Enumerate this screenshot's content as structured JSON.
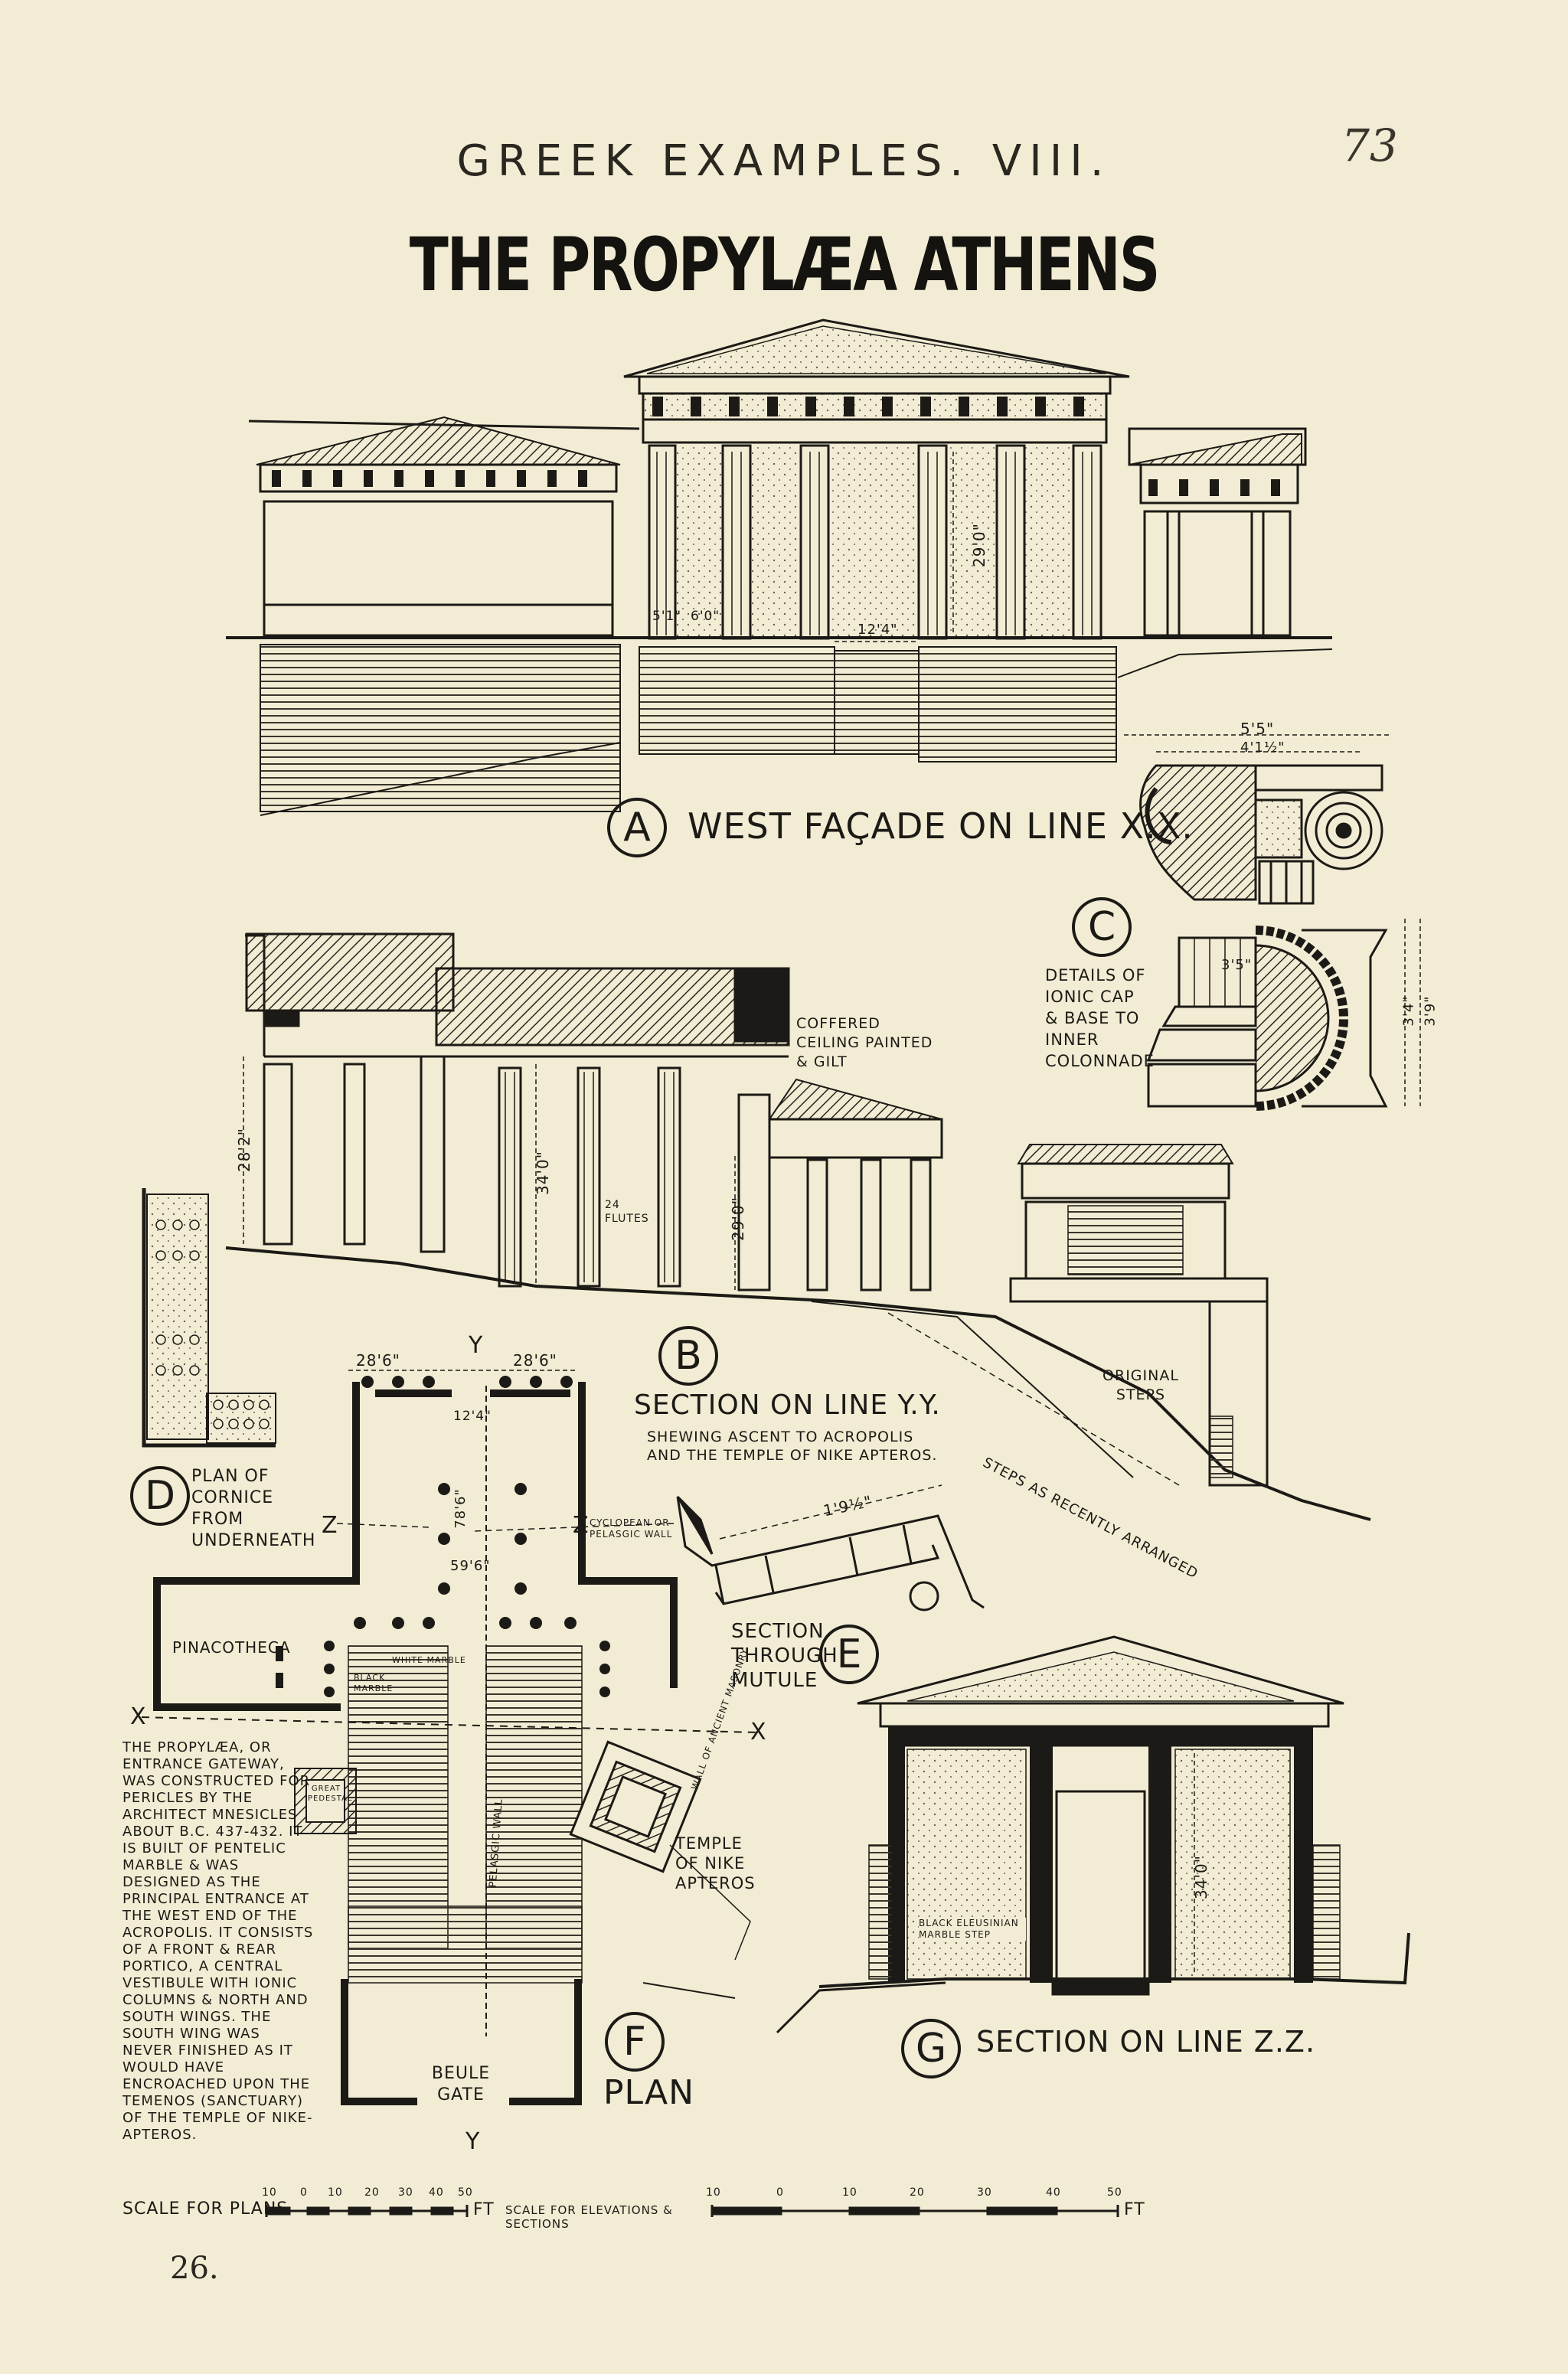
{
  "page": {
    "header": "GREEK EXAMPLES. VIII.",
    "page_number": "73",
    "title": "THE PROPYLÆA ATHENS",
    "footer_number": "26."
  },
  "drawings": {
    "a": {
      "letter": "A",
      "caption": "WEST FAÇADE ON LINE X.X.",
      "dims": [
        "29'0\"",
        "12'4\"",
        "5'1\"",
        "6'0\""
      ]
    },
    "b": {
      "letter": "B",
      "caption": "SECTION ON LINE Y.Y.",
      "subcaption": "SHEWING ASCENT TO ACROPOLIS AND THE TEMPLE OF NIKE APTEROS.",
      "notes": [
        "COFFERED CEILING PAINTED & GILT",
        "ORIGINAL STEPS",
        "STEPS AS RECENTLY ARRANGED",
        "24 FLUTES"
      ],
      "dims": [
        "28'2\"",
        "34'0\"",
        "29'0\""
      ]
    },
    "c": {
      "letter": "C",
      "caption": "DETAILS OF IONIC CAP & BASE TO INNER COLONNADE",
      "dims": [
        "5'5\"",
        "4'1½\"",
        "3'5\"",
        "3'4\"",
        "3'9\""
      ]
    },
    "d": {
      "letter": "D",
      "caption": "PLAN OF CORNICE FROM UNDERNEATH"
    },
    "e": {
      "letter": "E",
      "caption": "SECTION THROUGH MUTULE",
      "dims": [
        "1'9½\""
      ]
    },
    "f": {
      "letter": "F",
      "caption": "PLAN",
      "labels": [
        "PINACOTHECA",
        "BEULE GATE",
        "TEMPLE OF NIKE APTEROS",
        "CYCLOPEAN OR PELASGIC WALL",
        "GREAT PEDESTAL",
        "WHITE MARBLE",
        "BLACK MARBLE",
        "PELASGIC WALL",
        "WALL OF ANCIENT MASONRY",
        "Z",
        "Y",
        "X"
      ],
      "dims": [
        "28'6\"",
        "28'6\"",
        "12'4\"",
        "78'6\"",
        "59'6\""
      ]
    },
    "g": {
      "letter": "G",
      "caption": "SECTION ON LINE Z.Z.",
      "notes": [
        "BLACK ELEUSINIAN MARBLE STEP"
      ],
      "dims": [
        "34'0\""
      ]
    }
  },
  "description": "THE PROPYLÆA, OR ENTRANCE GATEWAY, WAS CONSTRUCTED FOR PERICLES BY THE ARCHITECT MNESICLES ABOUT B.C. 437-432. IT IS BUILT OF PENTELIC MARBLE & WAS DESIGNED AS THE PRINCIPAL ENTRANCE AT THE WEST END OF THE ACROPOLIS. IT CONSISTS OF A FRONT & REAR PORTICO, A CENTRAL VESTIBULE WITH IONIC COLUMNS & NORTH AND SOUTH WINGS. THE SOUTH WING WAS NEVER FINISHED AS IT WOULD HAVE ENCROACHED UPON THE TEMENOS (SANCTUARY) OF THE TEMPLE OF NIKE-APTEROS.",
  "scales": {
    "plans_label": "SCALE FOR PLANS",
    "plans_ticks": [
      "10",
      "0",
      "10",
      "20",
      "30",
      "40",
      "50"
    ],
    "plans_unit": "FT",
    "elev_label": "SCALE FOR ELEVATIONS & SECTIONS",
    "elev_ticks": [
      "10",
      "0",
      "10",
      "20",
      "30",
      "40",
      "50"
    ],
    "elev_unit": "FT"
  }
}
